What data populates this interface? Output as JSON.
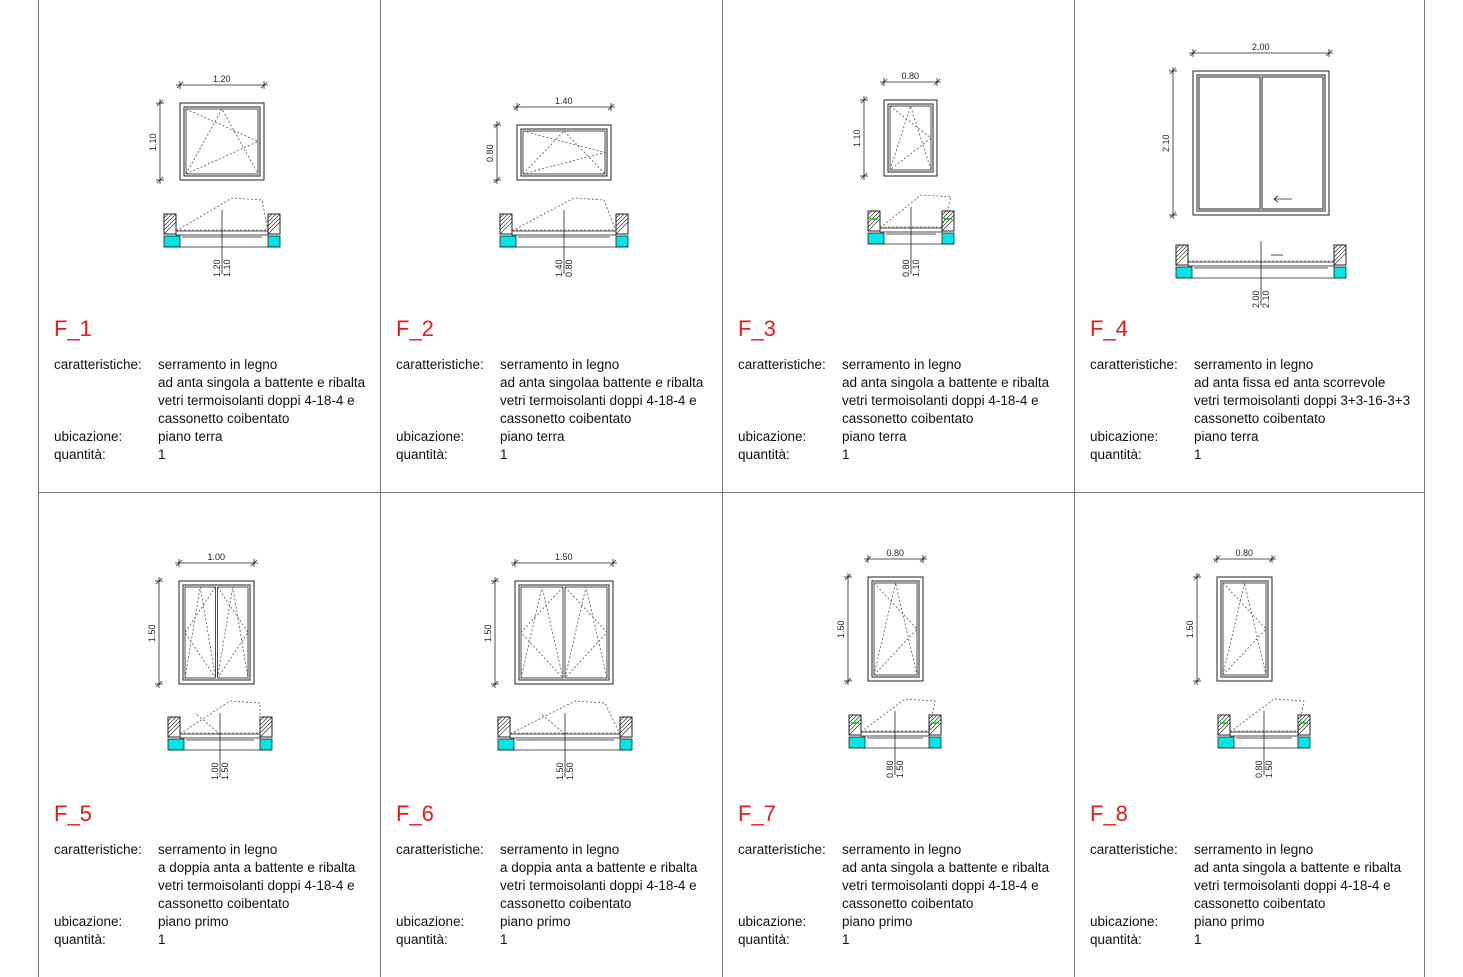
{
  "labels": {
    "caratteristiche": "caratteristiche:",
    "ubicazione": "ubicazione:",
    "quantita": "quantità:"
  },
  "colors": {
    "code": "#e61b1b",
    "insulation": "#00e5e5",
    "seal": "#22cc22"
  },
  "items": [
    {
      "code": "F_1",
      "width_label": "1.20",
      "height_label": "1.10",
      "section_labels": [
        "1.20",
        "1.10"
      ],
      "lines": [
        "serramento in legno",
        "ad anta singola a battente e ribalta",
        "vetri termoisolanti doppi 4-18-4 e",
        "cassonetto coibentato"
      ],
      "ubicazione": "piano terra",
      "quantita": "1"
    },
    {
      "code": "F_2",
      "width_label": "1.40",
      "height_label": "0.80",
      "section_labels": [
        "1.40",
        "0.80"
      ],
      "lines": [
        "serramento in legno",
        "ad anta singolaa battente e ribalta",
        "vetri termoisolanti doppi 4-18-4 e",
        "cassonetto coibentato"
      ],
      "ubicazione": "piano terra",
      "quantita": "1"
    },
    {
      "code": "F_3",
      "width_label": "0.80",
      "height_label": "1.10",
      "section_labels": [
        "0.80",
        "1.10"
      ],
      "lines": [
        "serramento in legno",
        "ad anta singola a battente e ribalta",
        "vetri termoisolanti doppi 4-18-4 e",
        "cassonetto coibentato"
      ],
      "ubicazione": "piano terra",
      "quantita": "1"
    },
    {
      "code": "F_4",
      "width_label": "2.00",
      "height_label": "2.10",
      "section_labels": [
        "2.00",
        "2.10"
      ],
      "lines": [
        "serramento in legno",
        "ad anta fissa ed anta scorrevole",
        "vetri termoisolanti doppi 3+3-16-3+3",
        "cassonetto coibentato"
      ],
      "ubicazione": "piano terra",
      "quantita": "1"
    },
    {
      "code": "F_5",
      "width_label": "1.00",
      "height_label": "1.50",
      "section_labels": [
        "1.00",
        "1.50"
      ],
      "lines": [
        "serramento in legno",
        "a doppia anta a battente e ribalta",
        "vetri termoisolanti doppi 4-18-4 e",
        "cassonetto coibentato"
      ],
      "ubicazione": "piano primo",
      "quantita": "1"
    },
    {
      "code": "F_6",
      "width_label": "1.50",
      "height_label": "1.50",
      "section_labels": [
        "1.50",
        "1.50"
      ],
      "lines": [
        "serramento in legno",
        "a doppia anta a battente e ribalta",
        "vetri termoisolanti doppi 4-18-4 e",
        "cassonetto coibentato"
      ],
      "ubicazione": "piano primo",
      "quantita": "1"
    },
    {
      "code": "F_7",
      "width_label": "0.80",
      "height_label": "1.50",
      "section_labels": [
        "0.80",
        "1.50"
      ],
      "lines": [
        "serramento in legno",
        "ad anta singola a battente e ribalta",
        "vetri termoisolanti doppi 4-18-4 e",
        "cassonetto coibentato"
      ],
      "ubicazione": "piano primo",
      "quantita": "1"
    },
    {
      "code": "F_8",
      "width_label": "0.80",
      "height_label": "1.50",
      "section_labels": [
        "0.80",
        "1.50"
      ],
      "lines": [
        "serramento in legno",
        "ad anta singola a battente e ribalta",
        "vetri termoisolanti doppi 4-18-4 e",
        "cassonetto coibentato"
      ],
      "ubicazione": "piano primo",
      "quantita": "1"
    }
  ]
}
